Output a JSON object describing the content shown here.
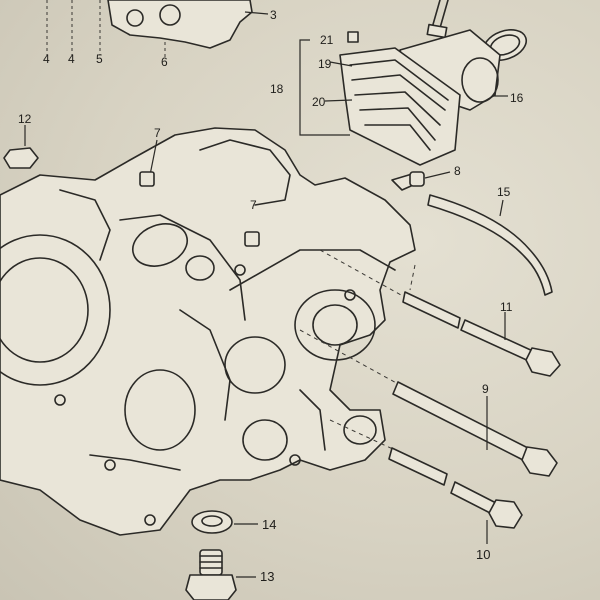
{
  "diagram": {
    "part_numbers": {
      "p3": "3",
      "p4a": "4",
      "p4b": "4",
      "p5": "5",
      "p6": "6",
      "p7": "7",
      "p8": "8",
      "p9": "9",
      "p10": "10",
      "p11": "11",
      "p12": "12",
      "p13": "13",
      "p14": "14",
      "p15": "15",
      "p16": "16",
      "p18": "18",
      "p19": "19",
      "p20": "20",
      "p21": "21",
      "p2_7": "7"
    }
  }
}
